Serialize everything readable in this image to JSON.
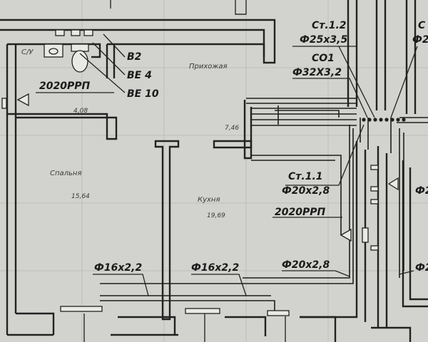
{
  "rooms": {
    "bathroom": {
      "name": "С/У",
      "area": "4,08"
    },
    "hall": {
      "name": "Прихожая",
      "area": "7,46"
    },
    "bedroom": {
      "name": "Спальня",
      "area": "15,64"
    },
    "kitchen": {
      "name": "Кухня",
      "area": "19,69"
    }
  },
  "labels": {
    "b2": "B2",
    "be4": "BE 4",
    "be10": "BE 10",
    "rrp_left": "2020РРП",
    "rrp_right": "2020РРП",
    "st12": "Ст.1.2",
    "st12_size": "Ф25х3,5",
    "co1": "CO1",
    "co1_size": "Ф32Х3,2",
    "st11": "Ст.1.1",
    "st11_size": "Ф20х2,8",
    "pipe_right_bottom": "Ф20х2,8",
    "pipe_left_bottom": "Ф16х2,2",
    "pipe_mid_bottom": "Ф16х2,2",
    "edge_c": "С",
    "edge_phi2_top": "Ф2",
    "edge_phi2_mid": "Ф2",
    "edge_phi2_bot": "Ф2"
  }
}
